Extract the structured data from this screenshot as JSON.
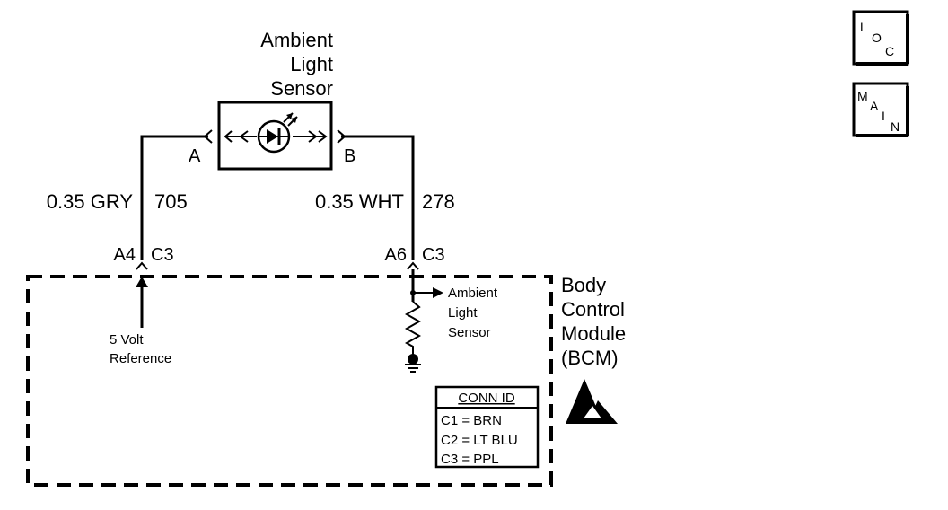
{
  "sensor": {
    "title_line1": "Ambient",
    "title_line2": "Light",
    "title_line3": "Sensor",
    "pin_a": "A",
    "pin_b": "B"
  },
  "wires": {
    "left_gauge_color": "0.35 GRY",
    "left_circuit": "705",
    "right_gauge_color": "0.35 WHT",
    "right_circuit": "278"
  },
  "connectors": {
    "left_pin": "A4",
    "left_conn": "C3",
    "right_pin": "A6",
    "right_conn": "C3"
  },
  "module": {
    "name_line1": "Body",
    "name_line2": "Control",
    "name_line3": "Module",
    "name_line4": "(BCM)",
    "ref_line1": "5 Volt",
    "ref_line2": "Reference",
    "sensor_line1": "Ambient",
    "sensor_line2": "Light",
    "sensor_line3": "Sensor"
  },
  "conn_id": {
    "header": "CONN ID",
    "rows": [
      "C1 = BRN",
      "C2 = LT BLU",
      "C3 = PPL"
    ]
  },
  "nav": {
    "loc_1": "L",
    "loc_2": "O",
    "loc_3": "C",
    "main_1": "M",
    "main_2": "A",
    "main_3": "I",
    "main_4": "N"
  }
}
